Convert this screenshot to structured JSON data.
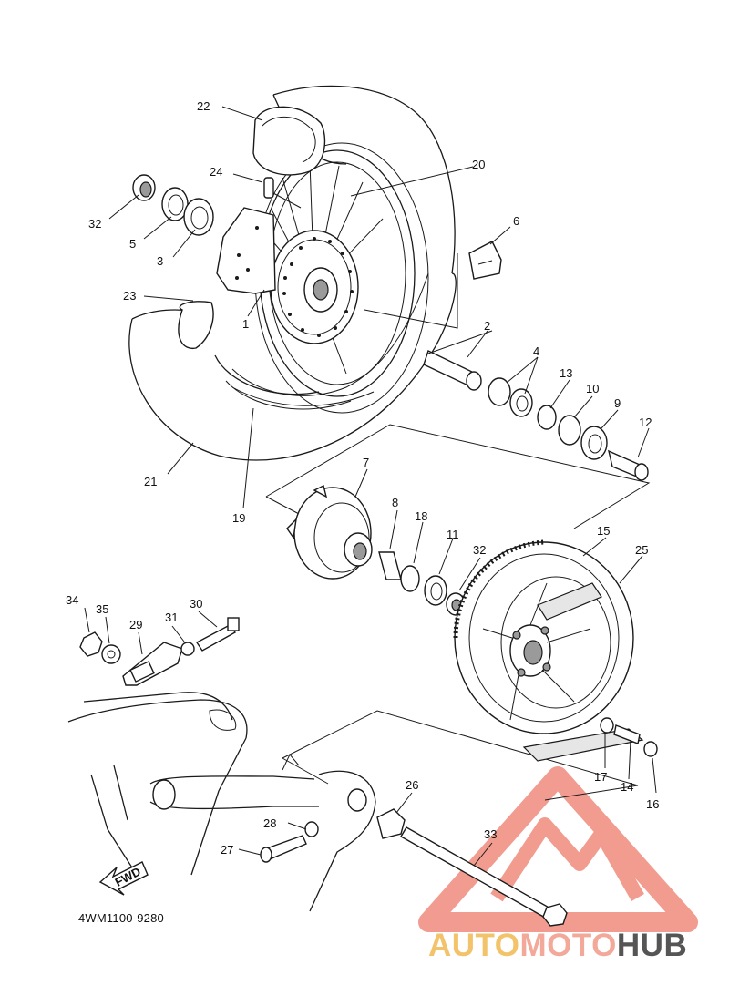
{
  "diagram_code": "4WM1100-9280",
  "fwd_label": "FWD",
  "brand": {
    "part1": "AUTO",
    "part2": "MOTO",
    "part3": "HUB",
    "colors": {
      "part1": "#f2c36a",
      "part2": "#f2a99a",
      "part3": "#555555",
      "logo": "#f08a7c"
    }
  },
  "callouts": [
    "1",
    "2",
    "3",
    "4",
    "5",
    "6",
    "7",
    "8",
    "9",
    "10",
    "11",
    "12",
    "13",
    "14",
    "15",
    "16",
    "17",
    "18",
    "19",
    "20",
    "21",
    "22",
    "23",
    "24",
    "25",
    "26",
    "27",
    "28",
    "29",
    "30",
    "31",
    "32",
    "33",
    "34",
    "35"
  ],
  "callout_32b": "32"
}
